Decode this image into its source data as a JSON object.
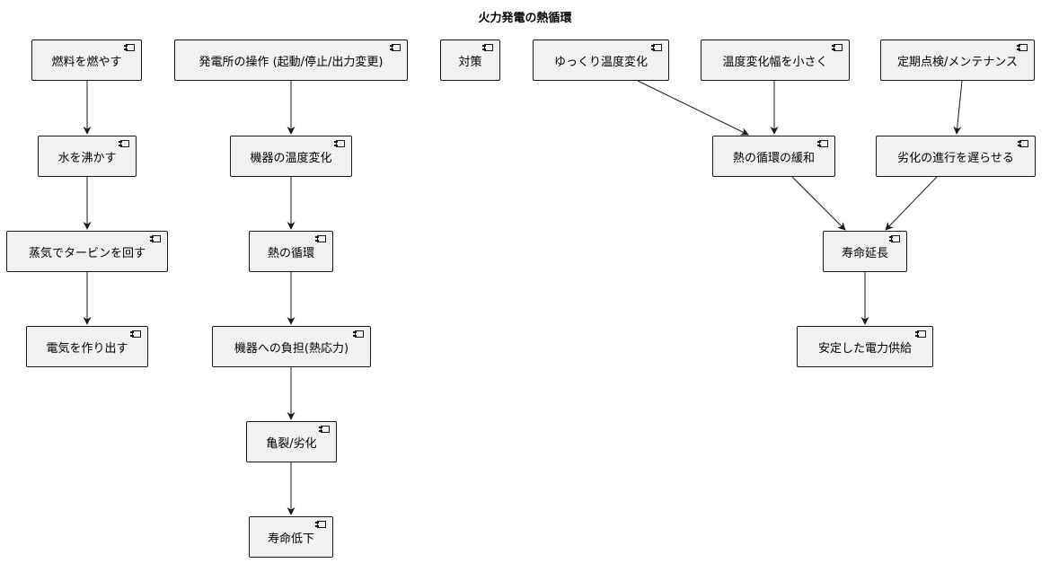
{
  "title": "火力発電の熱循環",
  "nodes": [
    {
      "id": "nenryo",
      "label": "燃料を燃やす"
    },
    {
      "id": "mizu",
      "label": "水を沸かす"
    },
    {
      "id": "joki",
      "label": "蒸気でタービンを回す"
    },
    {
      "id": "denki",
      "label": "電気を作り出す"
    },
    {
      "id": "sosa",
      "label": "発電所の操作 (起動/停止/出力変更)"
    },
    {
      "id": "ondo",
      "label": "機器の温度変化"
    },
    {
      "id": "junkan",
      "label": "熱の循環"
    },
    {
      "id": "futan",
      "label": "機器への負担(熱応力)"
    },
    {
      "id": "kiretsu",
      "label": "亀裂/劣化"
    },
    {
      "id": "teika",
      "label": "寿命低下"
    },
    {
      "id": "taisaku",
      "label": "対策"
    },
    {
      "id": "yukkuri",
      "label": "ゆっくり温度変化"
    },
    {
      "id": "haba",
      "label": "温度変化幅を小さく"
    },
    {
      "id": "tenken",
      "label": "定期点検/メンテナンス"
    },
    {
      "id": "kanwa",
      "label": "熱の循環の緩和"
    },
    {
      "id": "okuraseru",
      "label": "劣化の進行を遅らせる"
    },
    {
      "id": "encho",
      "label": "寿命延長"
    },
    {
      "id": "antei",
      "label": "安定した電力供給"
    }
  ],
  "edges": [
    {
      "from": "nenryo",
      "to": "mizu"
    },
    {
      "from": "mizu",
      "to": "joki"
    },
    {
      "from": "joki",
      "to": "denki"
    },
    {
      "from": "sosa",
      "to": "ondo"
    },
    {
      "from": "ondo",
      "to": "junkan"
    },
    {
      "from": "junkan",
      "to": "futan"
    },
    {
      "from": "futan",
      "to": "kiretsu"
    },
    {
      "from": "kiretsu",
      "to": "teika"
    },
    {
      "from": "yukkuri",
      "to": "kanwa"
    },
    {
      "from": "haba",
      "to": "kanwa"
    },
    {
      "from": "tenken",
      "to": "okuraseru"
    },
    {
      "from": "kanwa",
      "to": "encho"
    },
    {
      "from": "okuraseru",
      "to": "encho"
    },
    {
      "from": "encho",
      "to": "antei"
    }
  ]
}
